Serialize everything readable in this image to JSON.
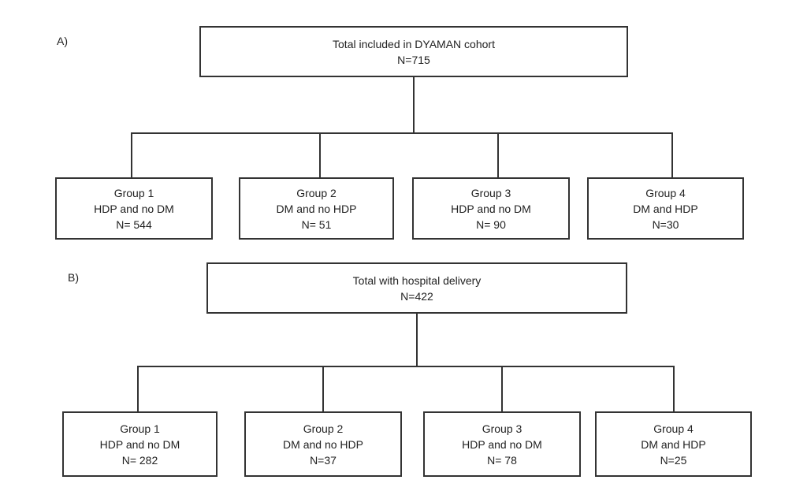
{
  "panels": [
    {
      "label": "A)",
      "top": {
        "title": "Total included in DYAMAN cohort",
        "n": "N=715"
      },
      "groups": [
        {
          "name": "Group 1",
          "desc": "HDP and no DM",
          "n": "N= 544"
        },
        {
          "name": "Group 2",
          "desc": "DM and no HDP",
          "n": "N= 51"
        },
        {
          "name": "Group 3",
          "desc": "HDP and no DM",
          "n": "N= 90"
        },
        {
          "name": "Group 4",
          "desc": "DM and HDP",
          "n": "N=30"
        }
      ]
    },
    {
      "label": "B)",
      "top": {
        "title": "Total with hospital delivery",
        "n": "N=422"
      },
      "groups": [
        {
          "name": "Group 1",
          "desc": "HDP and no DM",
          "n": "N= 282"
        },
        {
          "name": "Group 2",
          "desc": "DM and no HDP",
          "n": "N=37"
        },
        {
          "name": "Group 3",
          "desc": "HDP and no DM",
          "n": "N= 78"
        },
        {
          "name": "Group 4",
          "desc": "DM and HDP",
          "n": "N=25"
        }
      ]
    }
  ]
}
